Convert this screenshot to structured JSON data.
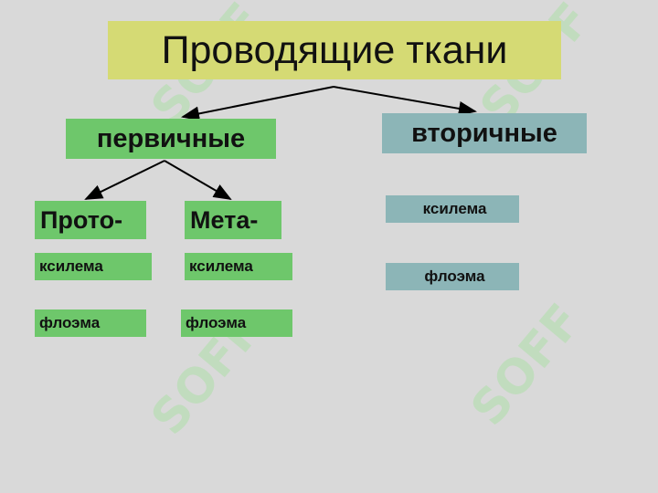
{
  "title": "Проводящие  ткани",
  "primary": {
    "label": "первичные",
    "proto": {
      "label": "Прото-",
      "xylem": "ксилема",
      "phloem": "флоэма"
    },
    "meta": {
      "label": "Мета-",
      "xylem": "ксилема",
      "phloem": "флоэма"
    }
  },
  "secondary": {
    "label": "вторичные",
    "xylem": "ксилема",
    "phloem": "флоэма"
  },
  "watermark": "SOFF",
  "colors": {
    "title_box": "#d5da74",
    "primary_boxes": "#6ec76b",
    "secondary_boxes": "#8cb5b7",
    "background": "#d9d9d9"
  }
}
